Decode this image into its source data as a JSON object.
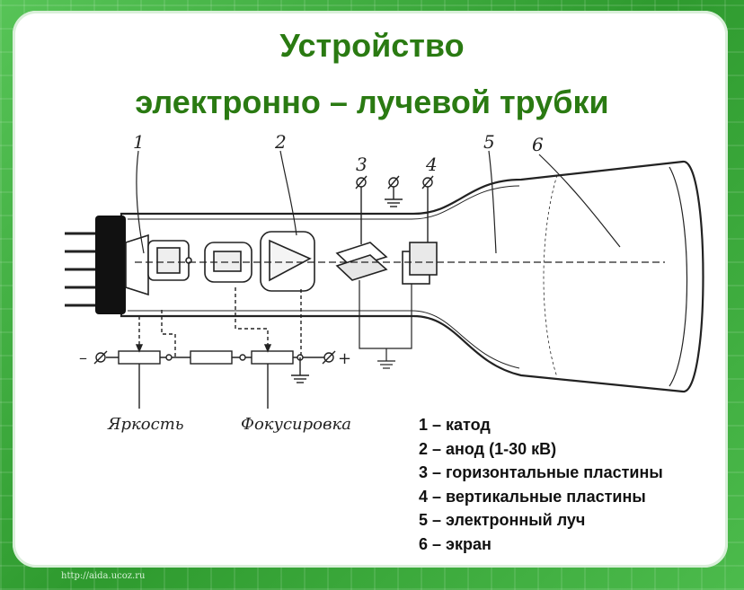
{
  "title": {
    "line1": "Устройство",
    "line2": "электронно – лучевой трубки"
  },
  "diagram": {
    "numbers": [
      "1",
      "2",
      "3",
      "4",
      "5",
      "6"
    ],
    "controls": {
      "brightness": "Яркость",
      "focus": "Фокусировка"
    },
    "terminals": {
      "minus": "–",
      "plus": "+"
    }
  },
  "legend": [
    "1 – катод",
    "2 – анод (1-30 кВ)",
    "3 – горизонтальные пластины",
    "4 – вертикальные пластины",
    "5 – электронный луч",
    "6 – экран"
  ],
  "footer": "http://aida.ucoz.ru"
}
